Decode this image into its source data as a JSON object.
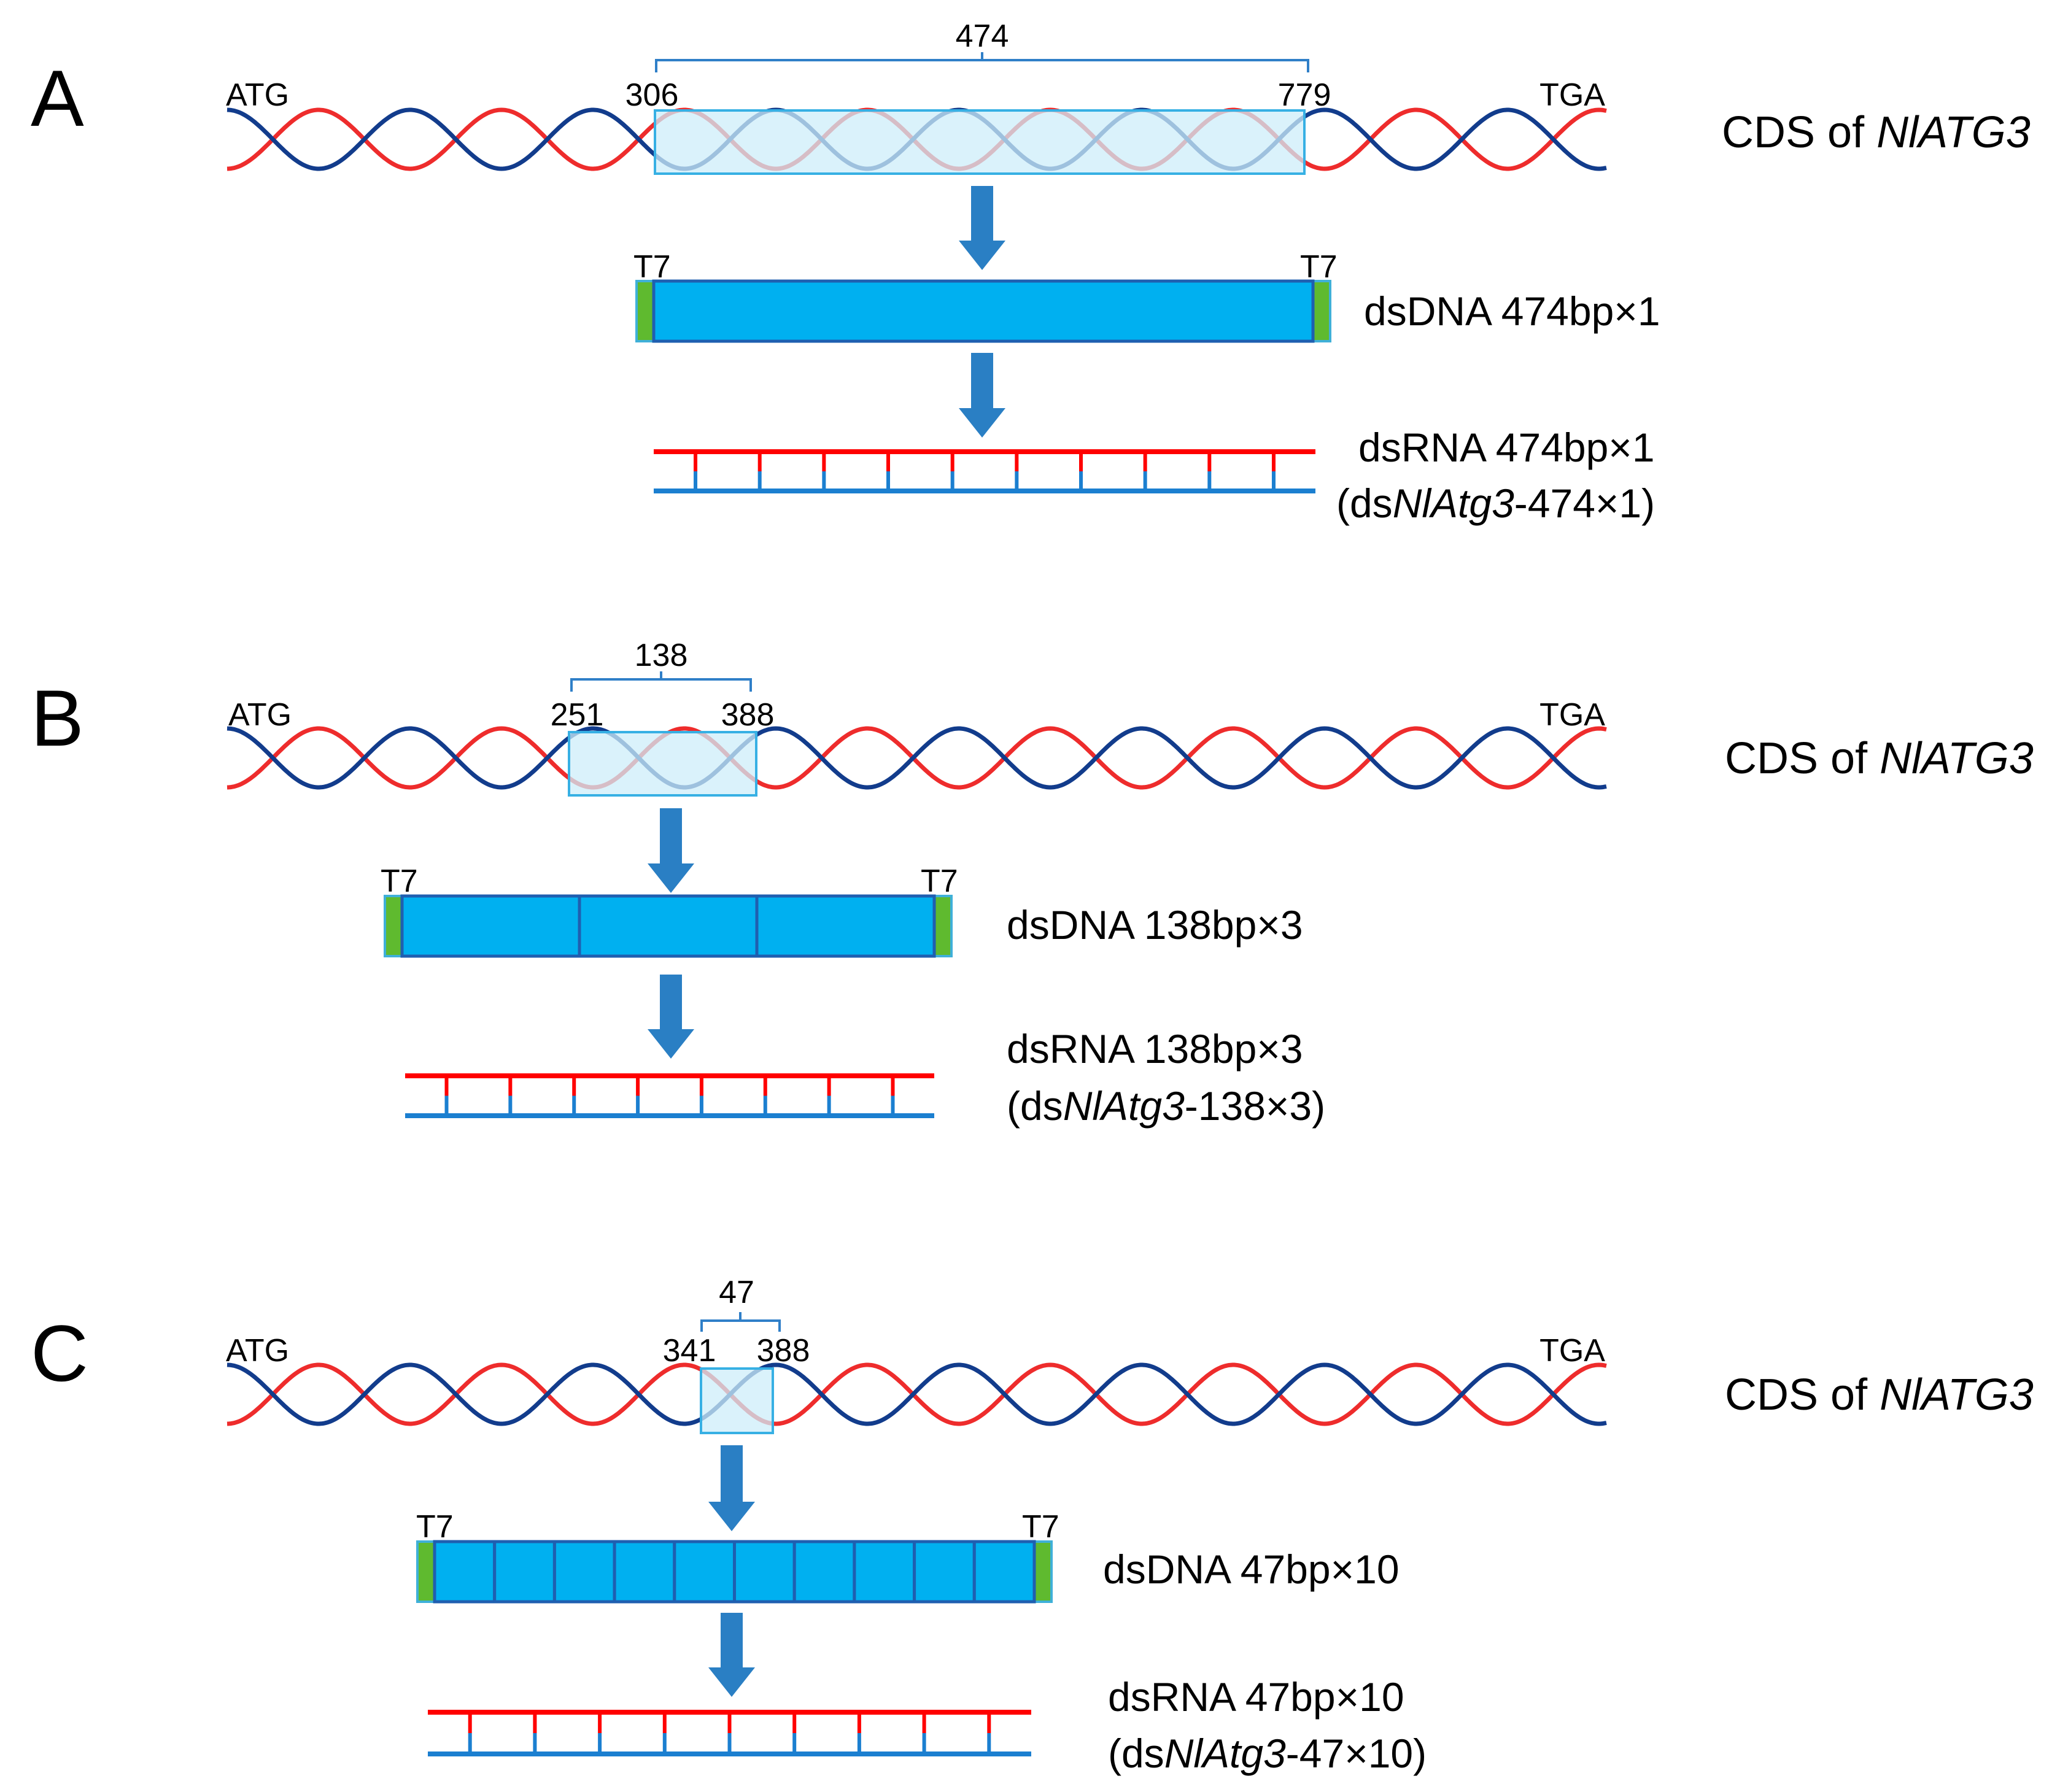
{
  "colors": {
    "strand_red": "#ee2c2c",
    "strand_blue": "#123c8c",
    "highlight_fill": "#cdeefa",
    "highlight_stroke": "#37b0e4",
    "dsdna_fill": "#00b0f0",
    "dsdna_stroke": "#1f5fb0",
    "t7_green": "#5fba2f",
    "arrow": "#2a7fc4",
    "rna_red": "#ff0000",
    "rna_blue": "#1b7fd0"
  },
  "panels": [
    {
      "letter": "A",
      "start_codon": "ATG",
      "stop_codon": "TGA",
      "region_start": "306",
      "region_end": "779",
      "region_length": "474",
      "cds_prefix": "CDS of ",
      "gene": "NlATG3",
      "t7_left": "T7",
      "t7_right": "T7",
      "dsdna_label": "dsDNA 474bp×1",
      "dsdna_segments": 1,
      "dsrna_label": "dsRNA 474bp×1",
      "dsrna_note_open": "(ds",
      "dsrna_note_gene": "NlAtg3",
      "dsrna_note_rest": "-474×1)",
      "dsrna_rungs": 10
    },
    {
      "letter": "B",
      "start_codon": "ATG",
      "stop_codon": "TGA",
      "region_start": "251",
      "region_end": "388",
      "region_length": "138",
      "cds_prefix": "CDS of ",
      "gene": "NlATG3",
      "t7_left": "T7",
      "t7_right": "T7",
      "dsdna_label": "dsDNA 138bp×3",
      "dsdna_segments": 3,
      "dsrna_label": "dsRNA 138bp×3",
      "dsrna_note_open": "(ds",
      "dsrna_note_gene": "NlAtg3",
      "dsrna_note_rest": "-138×3)",
      "dsrna_rungs": 8
    },
    {
      "letter": "C",
      "start_codon": "ATG",
      "stop_codon": "TGA",
      "region_start": "341",
      "region_end": "388",
      "region_length": "47",
      "cds_prefix": "CDS of ",
      "gene": "NlATG3",
      "t7_left": "T7",
      "t7_right": "T7",
      "dsdna_label": "dsDNA 47bp×10",
      "dsdna_segments": 10,
      "dsrna_label": "dsRNA 47bp×10",
      "dsrna_note_open": "(ds",
      "dsrna_note_gene": "NlAtg3",
      "dsrna_note_rest": "-47×10)",
      "dsrna_rungs": 9
    }
  ]
}
